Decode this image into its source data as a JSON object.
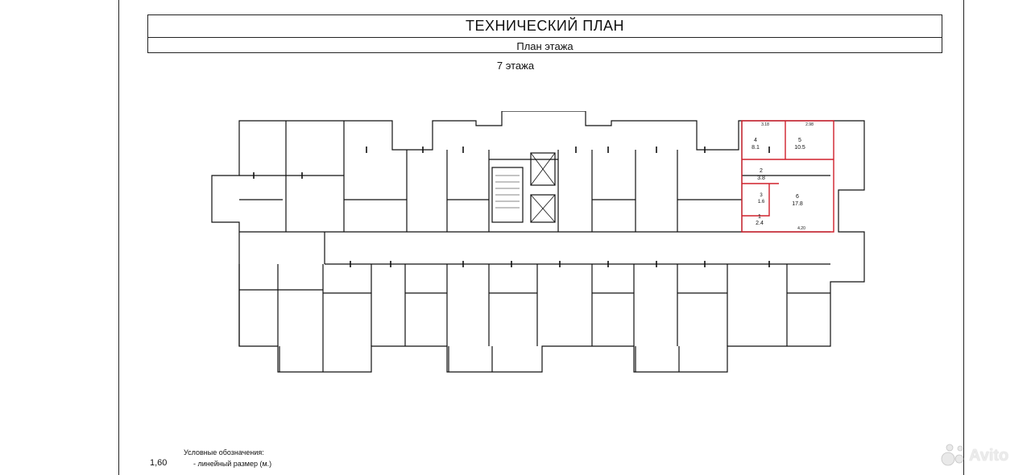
{
  "header": {
    "title": "ТЕХНИЧЕСКИЙ ПЛАН",
    "subtitle": "План этажа"
  },
  "floor_label": "7 этажа",
  "apartment": {
    "highlight_color": "#d0202c",
    "rooms": [
      {
        "num": "4",
        "area": "8.1"
      },
      {
        "num": "5",
        "area": "10.5"
      },
      {
        "num": "2",
        "area": "3.8"
      },
      {
        "num": "3",
        "area": "1.6"
      },
      {
        "num": "6",
        "area": "17.8"
      },
      {
        "num": "1",
        "area": "2.4"
      }
    ],
    "dimensions": [
      "3.18",
      "2.98",
      "4.20"
    ]
  },
  "legend": {
    "title": "Условные обозначения:",
    "item": "- линейный размер (м.)",
    "sample_value": "1,60"
  },
  "watermark": {
    "brand": "Avito",
    "icon": "avito-dots-icon"
  }
}
